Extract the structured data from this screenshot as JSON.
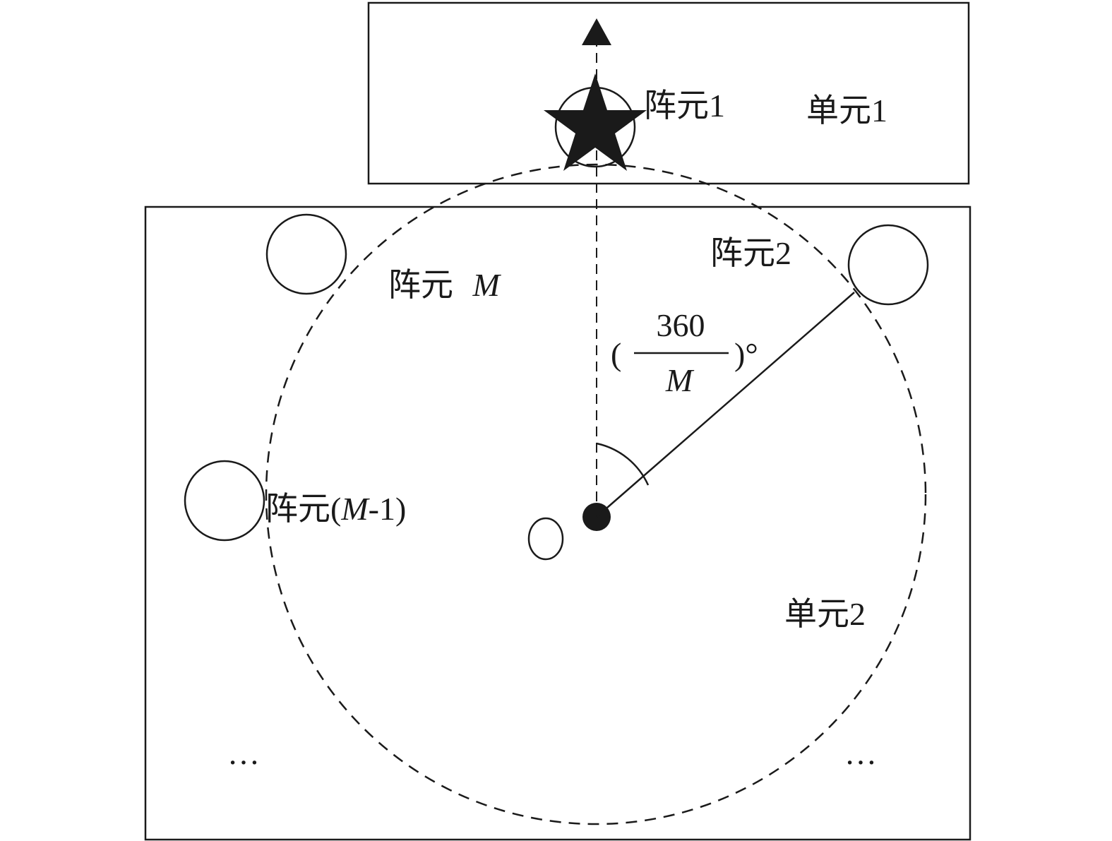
{
  "unit1": {
    "label": "单元1"
  },
  "unit2": {
    "label": "单元2"
  },
  "elements": {
    "e1": {
      "label": "阵元1"
    },
    "e2": {
      "label": "阵元2"
    },
    "eM": {
      "label_prefix": "阵元",
      "label_var": "M"
    },
    "eM1": {
      "label_prefix": "阵元(",
      "label_var": "M",
      "label_suffix": "-1)"
    }
  },
  "angle": {
    "open_paren": "(",
    "numerator": "360",
    "denominator": "M",
    "close_paren": ")°"
  },
  "ellipsis": "…",
  "colors": {
    "stroke": "#1a1a1a",
    "background": "#ffffff"
  }
}
